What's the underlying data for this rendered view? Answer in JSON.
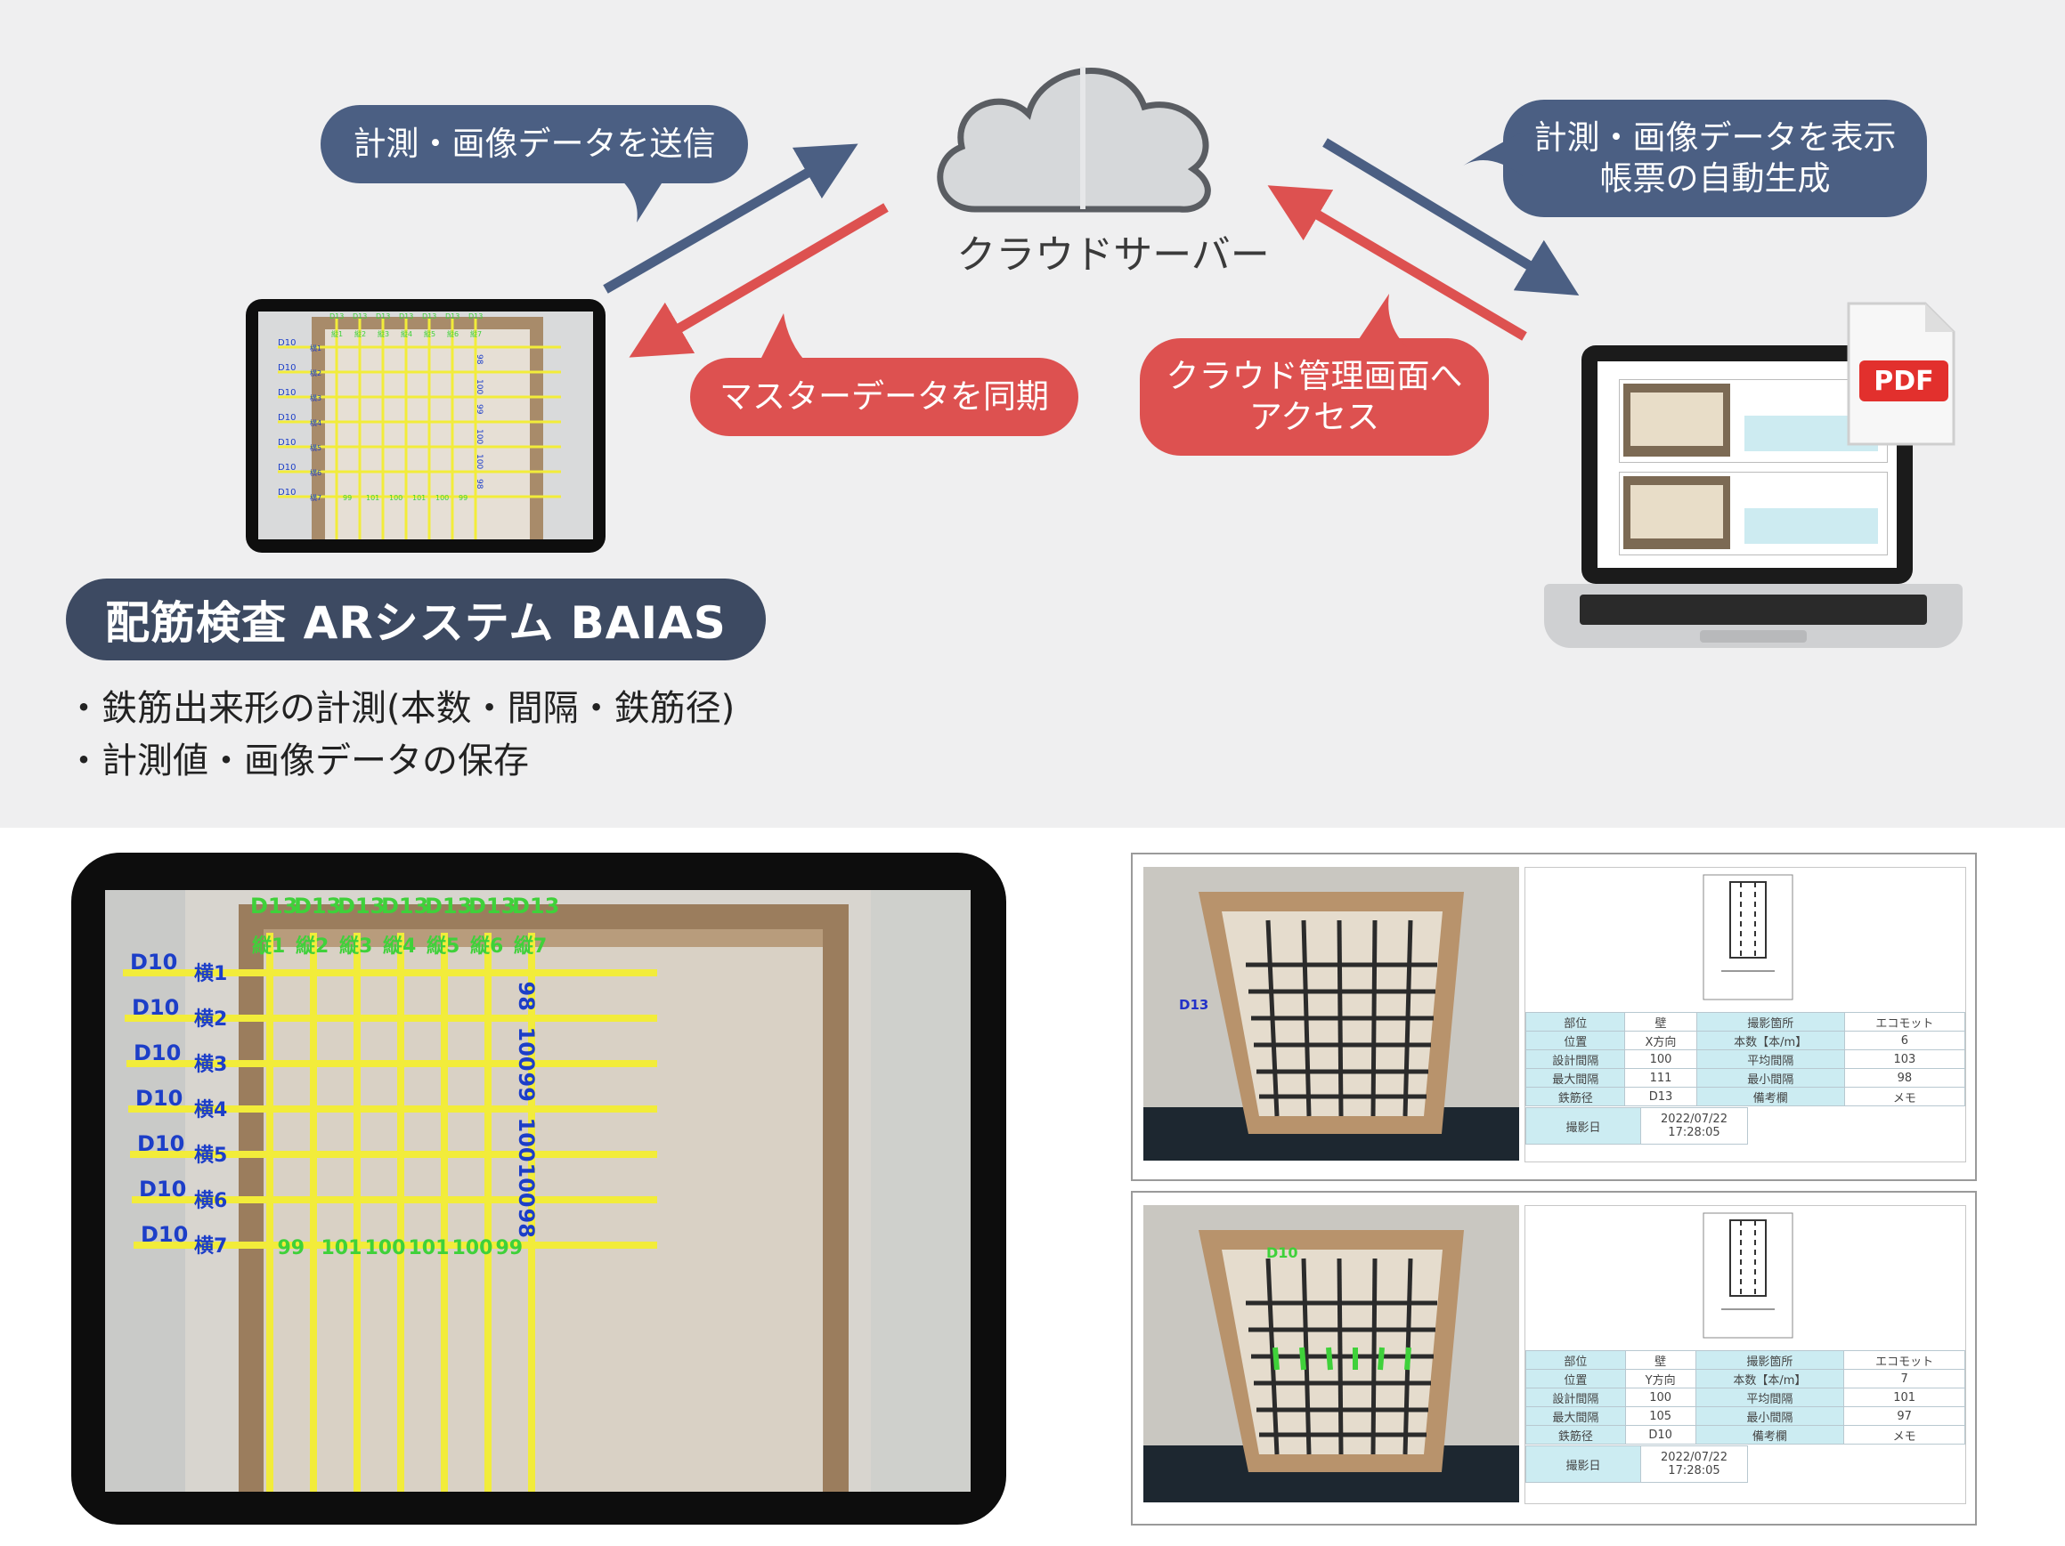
{
  "top": {
    "bubble_send": "計測・画像データを送信",
    "bubble_sync": "マスターデータを同期",
    "bubble_display": [
      "計測・画像データを表示",
      "帳票の自動生成"
    ],
    "bubble_access": [
      "クラウド管理画面へ",
      "アクセス"
    ],
    "server_label": "クラウドサーバー",
    "pdf_label": "PDF",
    "title": "配筋検査 ARシステム BAIAS",
    "bullets": [
      "・鉄筋出来形の計測(本数・間隔・鉄筋径)",
      "・計測値・画像データの保存"
    ]
  },
  "colors": {
    "blue": "#4b5f83",
    "red": "#dd5150",
    "title_bg": "#3d4a62",
    "grid_yellow": "#f2ec3a",
    "green": "#3fd13a"
  },
  "ar_view": {
    "vertical_bar_labels": [
      "D13",
      "D13",
      "D13",
      "D13",
      "D13",
      "D13",
      "D13"
    ],
    "vertical_names": [
      "縦1",
      "縦2",
      "縦3",
      "縦4",
      "縦5",
      "縦6",
      "縦7"
    ],
    "horizontal_bar_labels": [
      "D10",
      "D10",
      "D10",
      "D10",
      "D10",
      "D10",
      "D10"
    ],
    "horizontal_names": [
      "横1",
      "横2",
      "横3",
      "横4",
      "横5",
      "横6",
      "横7"
    ],
    "vertical_spacings": [
      "98",
      "100",
      "99",
      "100",
      "100",
      "98"
    ],
    "horizontal_spacings": [
      "99",
      "101",
      "100",
      "101",
      "100",
      "99"
    ]
  },
  "reports": [
    {
      "photo_label": "D13",
      "table": [
        [
          "部位",
          "壁",
          "撮影箇所",
          "エコモット"
        ],
        [
          "位置",
          "X方向",
          "本数【本/m】",
          "6"
        ],
        [
          "設計間隔",
          "100",
          "平均間隔",
          "103"
        ],
        [
          "最大間隔",
          "111",
          "最小間隔",
          "98"
        ],
        [
          "鉄筋径",
          "D13",
          "備考欄",
          "メモ"
        ]
      ],
      "date_label": "撮影日",
      "date_value": [
        "2022/07/22",
        "17:28:05"
      ]
    },
    {
      "photo_label": "D10",
      "table": [
        [
          "部位",
          "壁",
          "撮影箇所",
          "エコモット"
        ],
        [
          "位置",
          "Y方向",
          "本数【本/m】",
          "7"
        ],
        [
          "設計間隔",
          "100",
          "平均間隔",
          "101"
        ],
        [
          "最大間隔",
          "105",
          "最小間隔",
          "97"
        ],
        [
          "鉄筋径",
          "D10",
          "備考欄",
          "メモ"
        ]
      ],
      "date_label": "撮影日",
      "date_value": [
        "2022/07/22",
        "17:28:05"
      ]
    }
  ]
}
